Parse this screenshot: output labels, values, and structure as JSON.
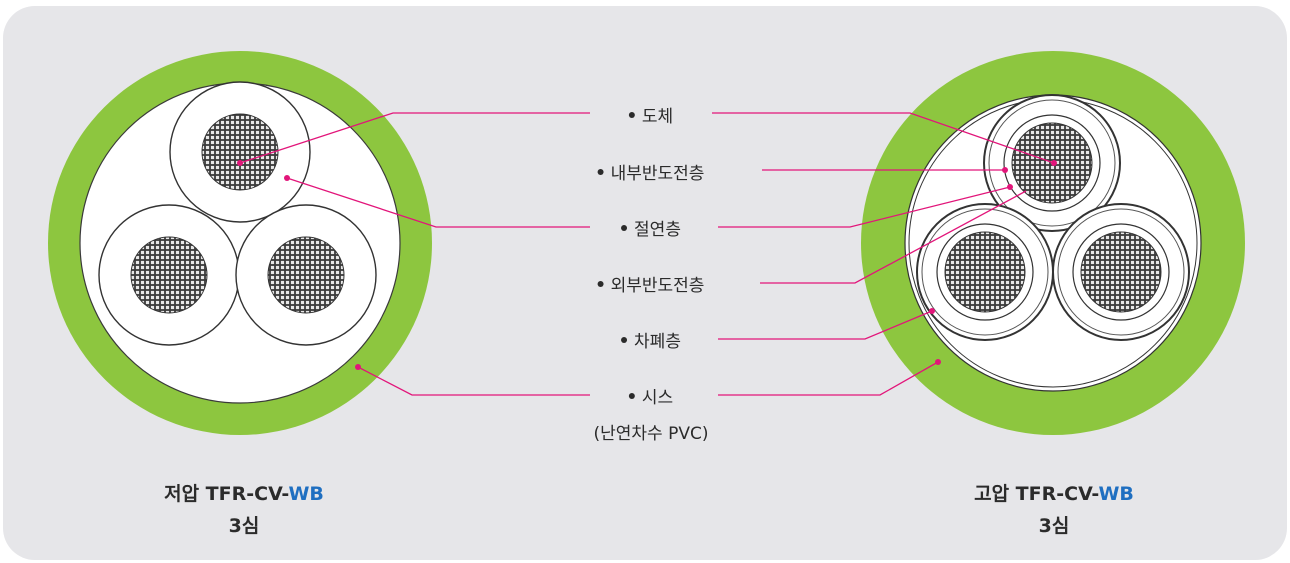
{
  "layers": [
    {
      "key": "conductor",
      "label": "도체"
    },
    {
      "key": "inner_semicon",
      "label": "내부반도전층"
    },
    {
      "key": "insulation",
      "label": "절연층"
    },
    {
      "key": "outer_semicon",
      "label": "외부반도전층"
    },
    {
      "key": "shield",
      "label": "차폐층"
    },
    {
      "key": "sheath",
      "label": "시스",
      "sub": "(난연차수 PVC)"
    }
  ],
  "left_cable": {
    "prefix": "저압 TFR-CV-",
    "highlight": "WB",
    "cores": "3심"
  },
  "right_cable": {
    "prefix": "고압 TFR-CV-",
    "highlight": "WB",
    "cores": "3심"
  },
  "colors": {
    "background": "#e6e6e9",
    "sheath": "#8dc63f",
    "leader": "#e2157a",
    "highlight": "#1f6fc1",
    "conductor": "#6e6e6e"
  }
}
